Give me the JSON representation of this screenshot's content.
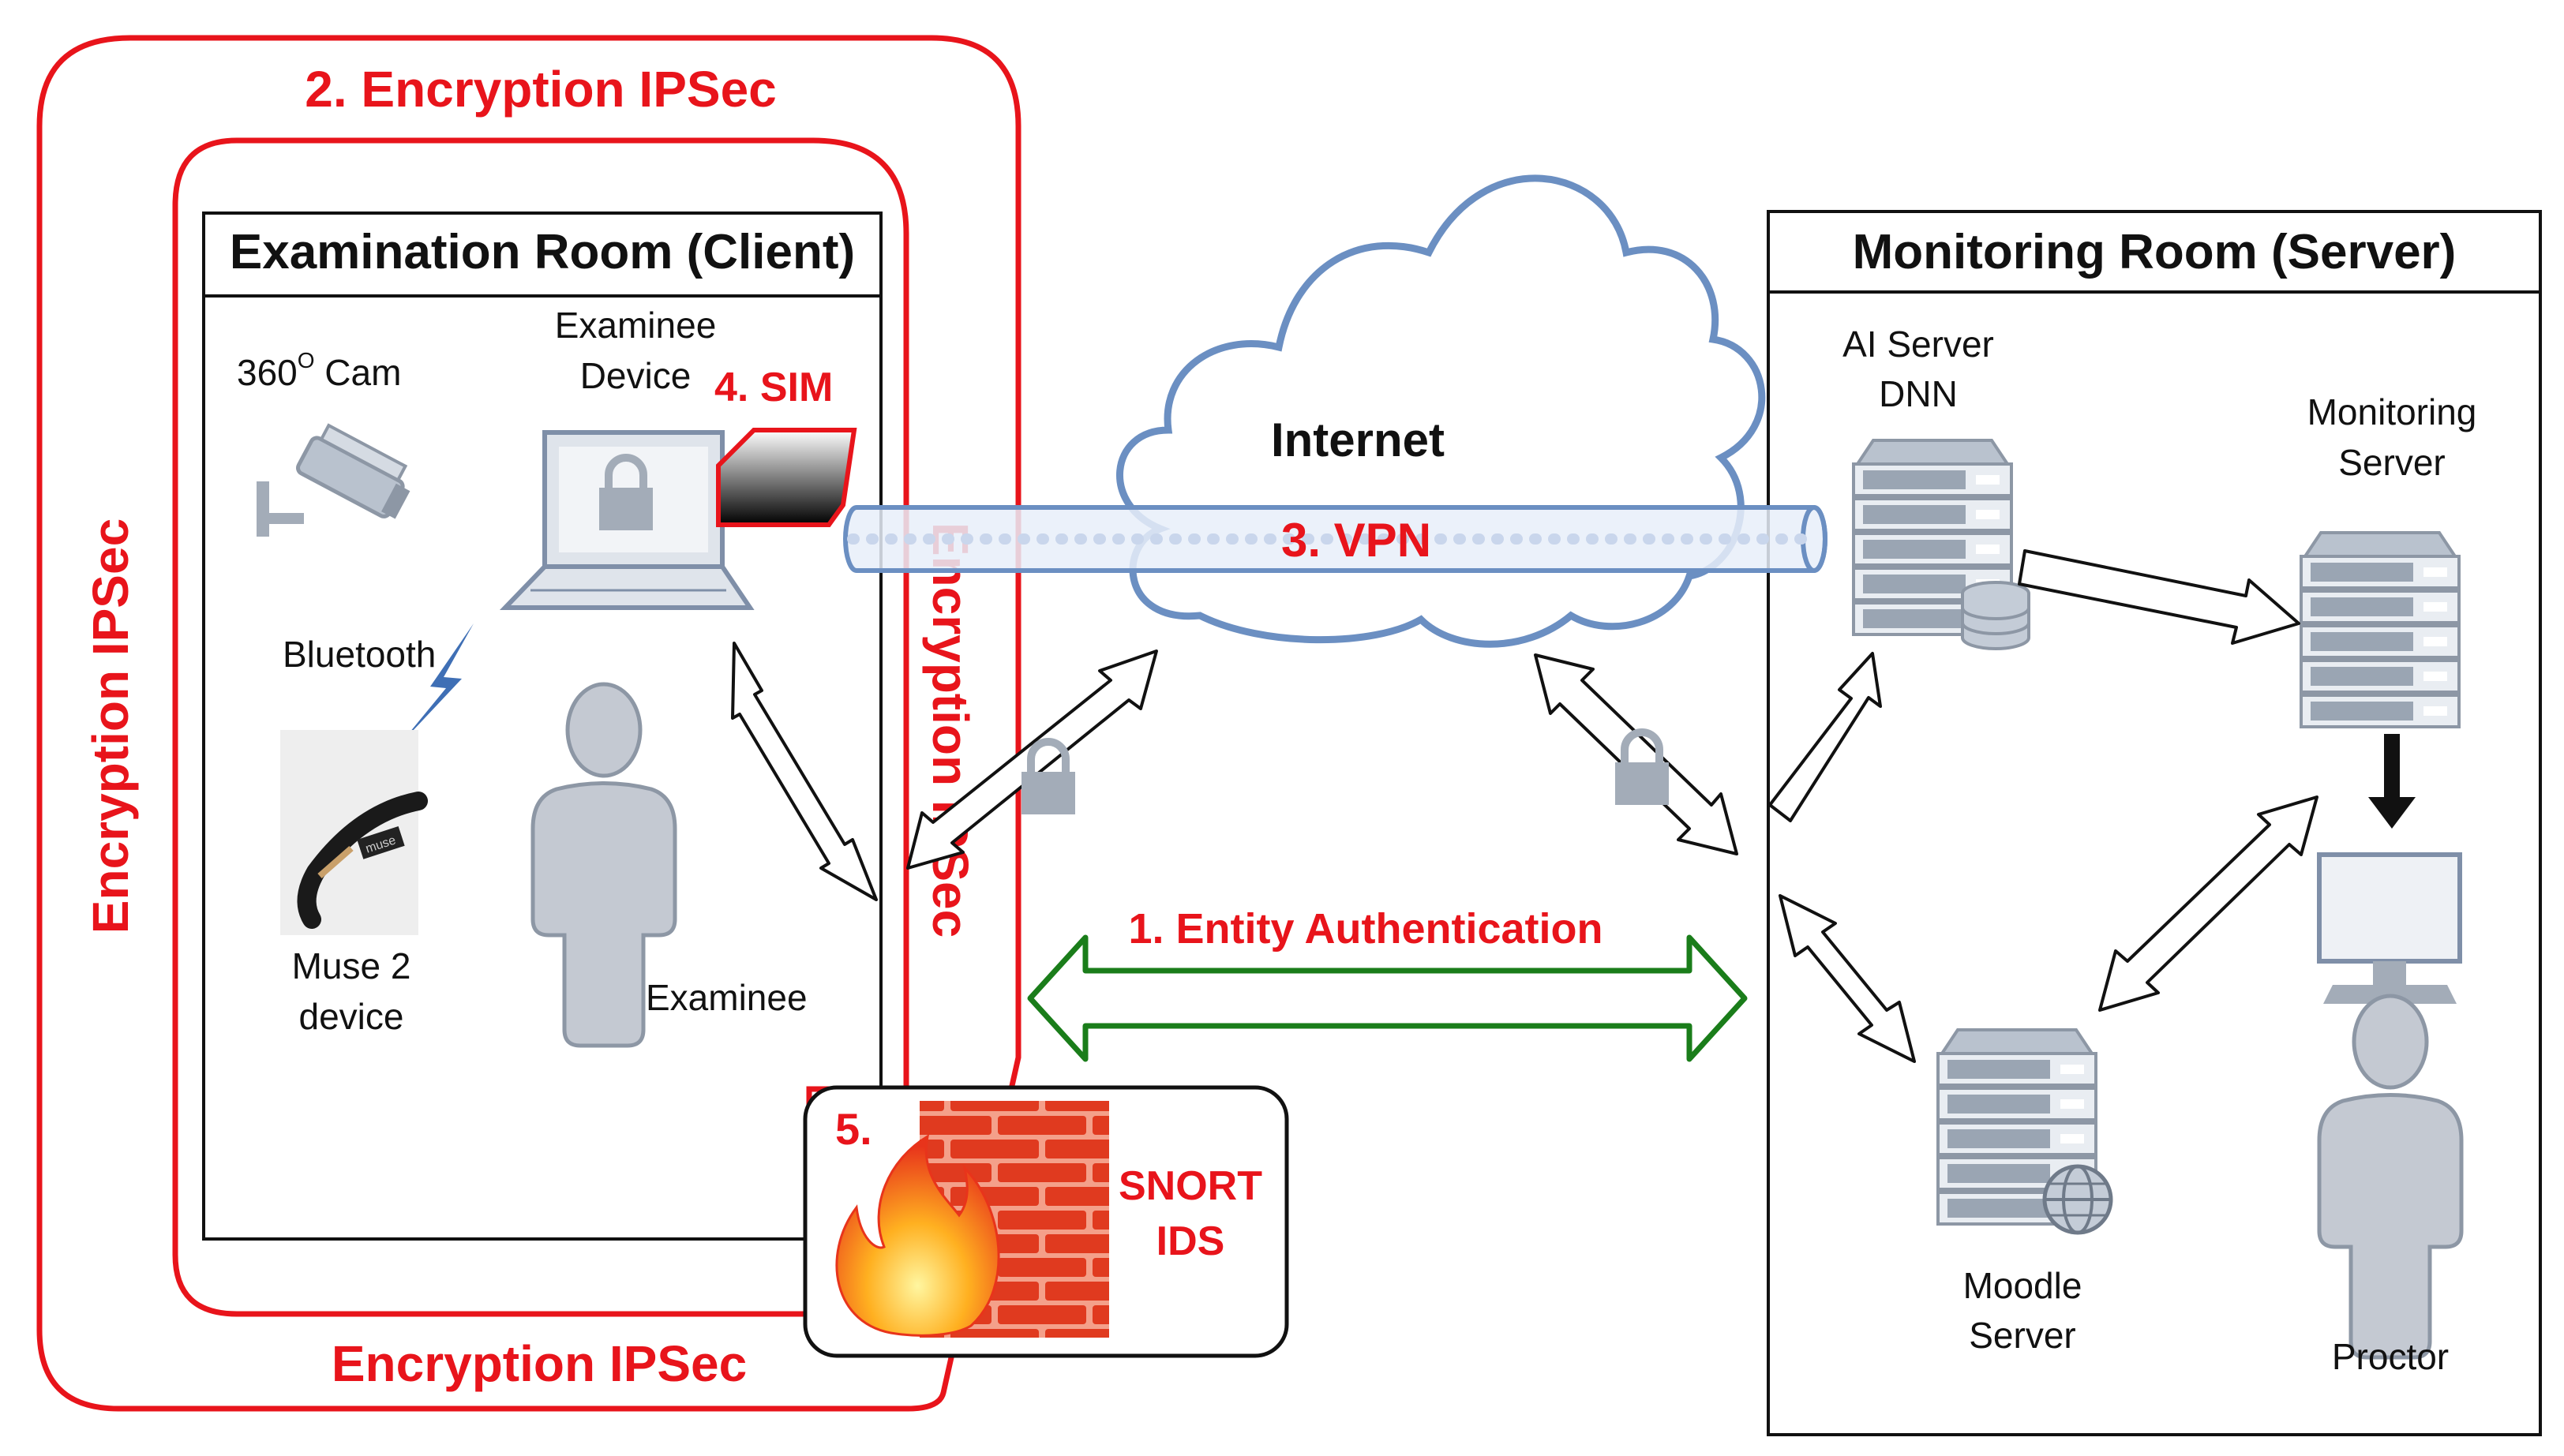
{
  "labels": {
    "ipsec_outer_top": "2. Encryption IPSec",
    "ipsec_outer_left": "Encryption IPSec",
    "ipsec_inner_bottom": "Encryption IPSec",
    "ipsec_inner_right": "Encryption IPSec",
    "client_room": "Examination Room (Client)",
    "server_room": "Monitoring Room (Server)",
    "cam": "360",
    "cam_sup": "O",
    "cam_suffix": " Cam",
    "examinee_device_1": "Examinee",
    "examinee_device_2": "Device",
    "sim": "4. SIM",
    "bluetooth": "Bluetooth",
    "muse_1": "Muse 2",
    "muse_2": "device",
    "examinee": "Examinee",
    "internet": "Internet",
    "vpn": "3. VPN",
    "auth": "1. Entity Authentication",
    "firewall_num": "5.",
    "snort_1": "SNORT",
    "snort_2": "IDS",
    "ai_server_1": "AI Server",
    "ai_server_2": "DNN",
    "monitoring_server_1": "Monitoring",
    "monitoring_server_2": "Server",
    "moodle_1": "Moodle",
    "moodle_2": "Server",
    "proctor": "Proctor",
    "muse_band": "muse"
  },
  "colors": {
    "ipsec_red": "#e8141b",
    "auth_green": "#1a7d1a",
    "cloud_blue": "#6b8fc2",
    "tunnel_blue": "#cddaf0",
    "icon_gray": "#a3acb8",
    "person_fill": "#c4c9d2",
    "brick_red": "#e03a1f"
  }
}
